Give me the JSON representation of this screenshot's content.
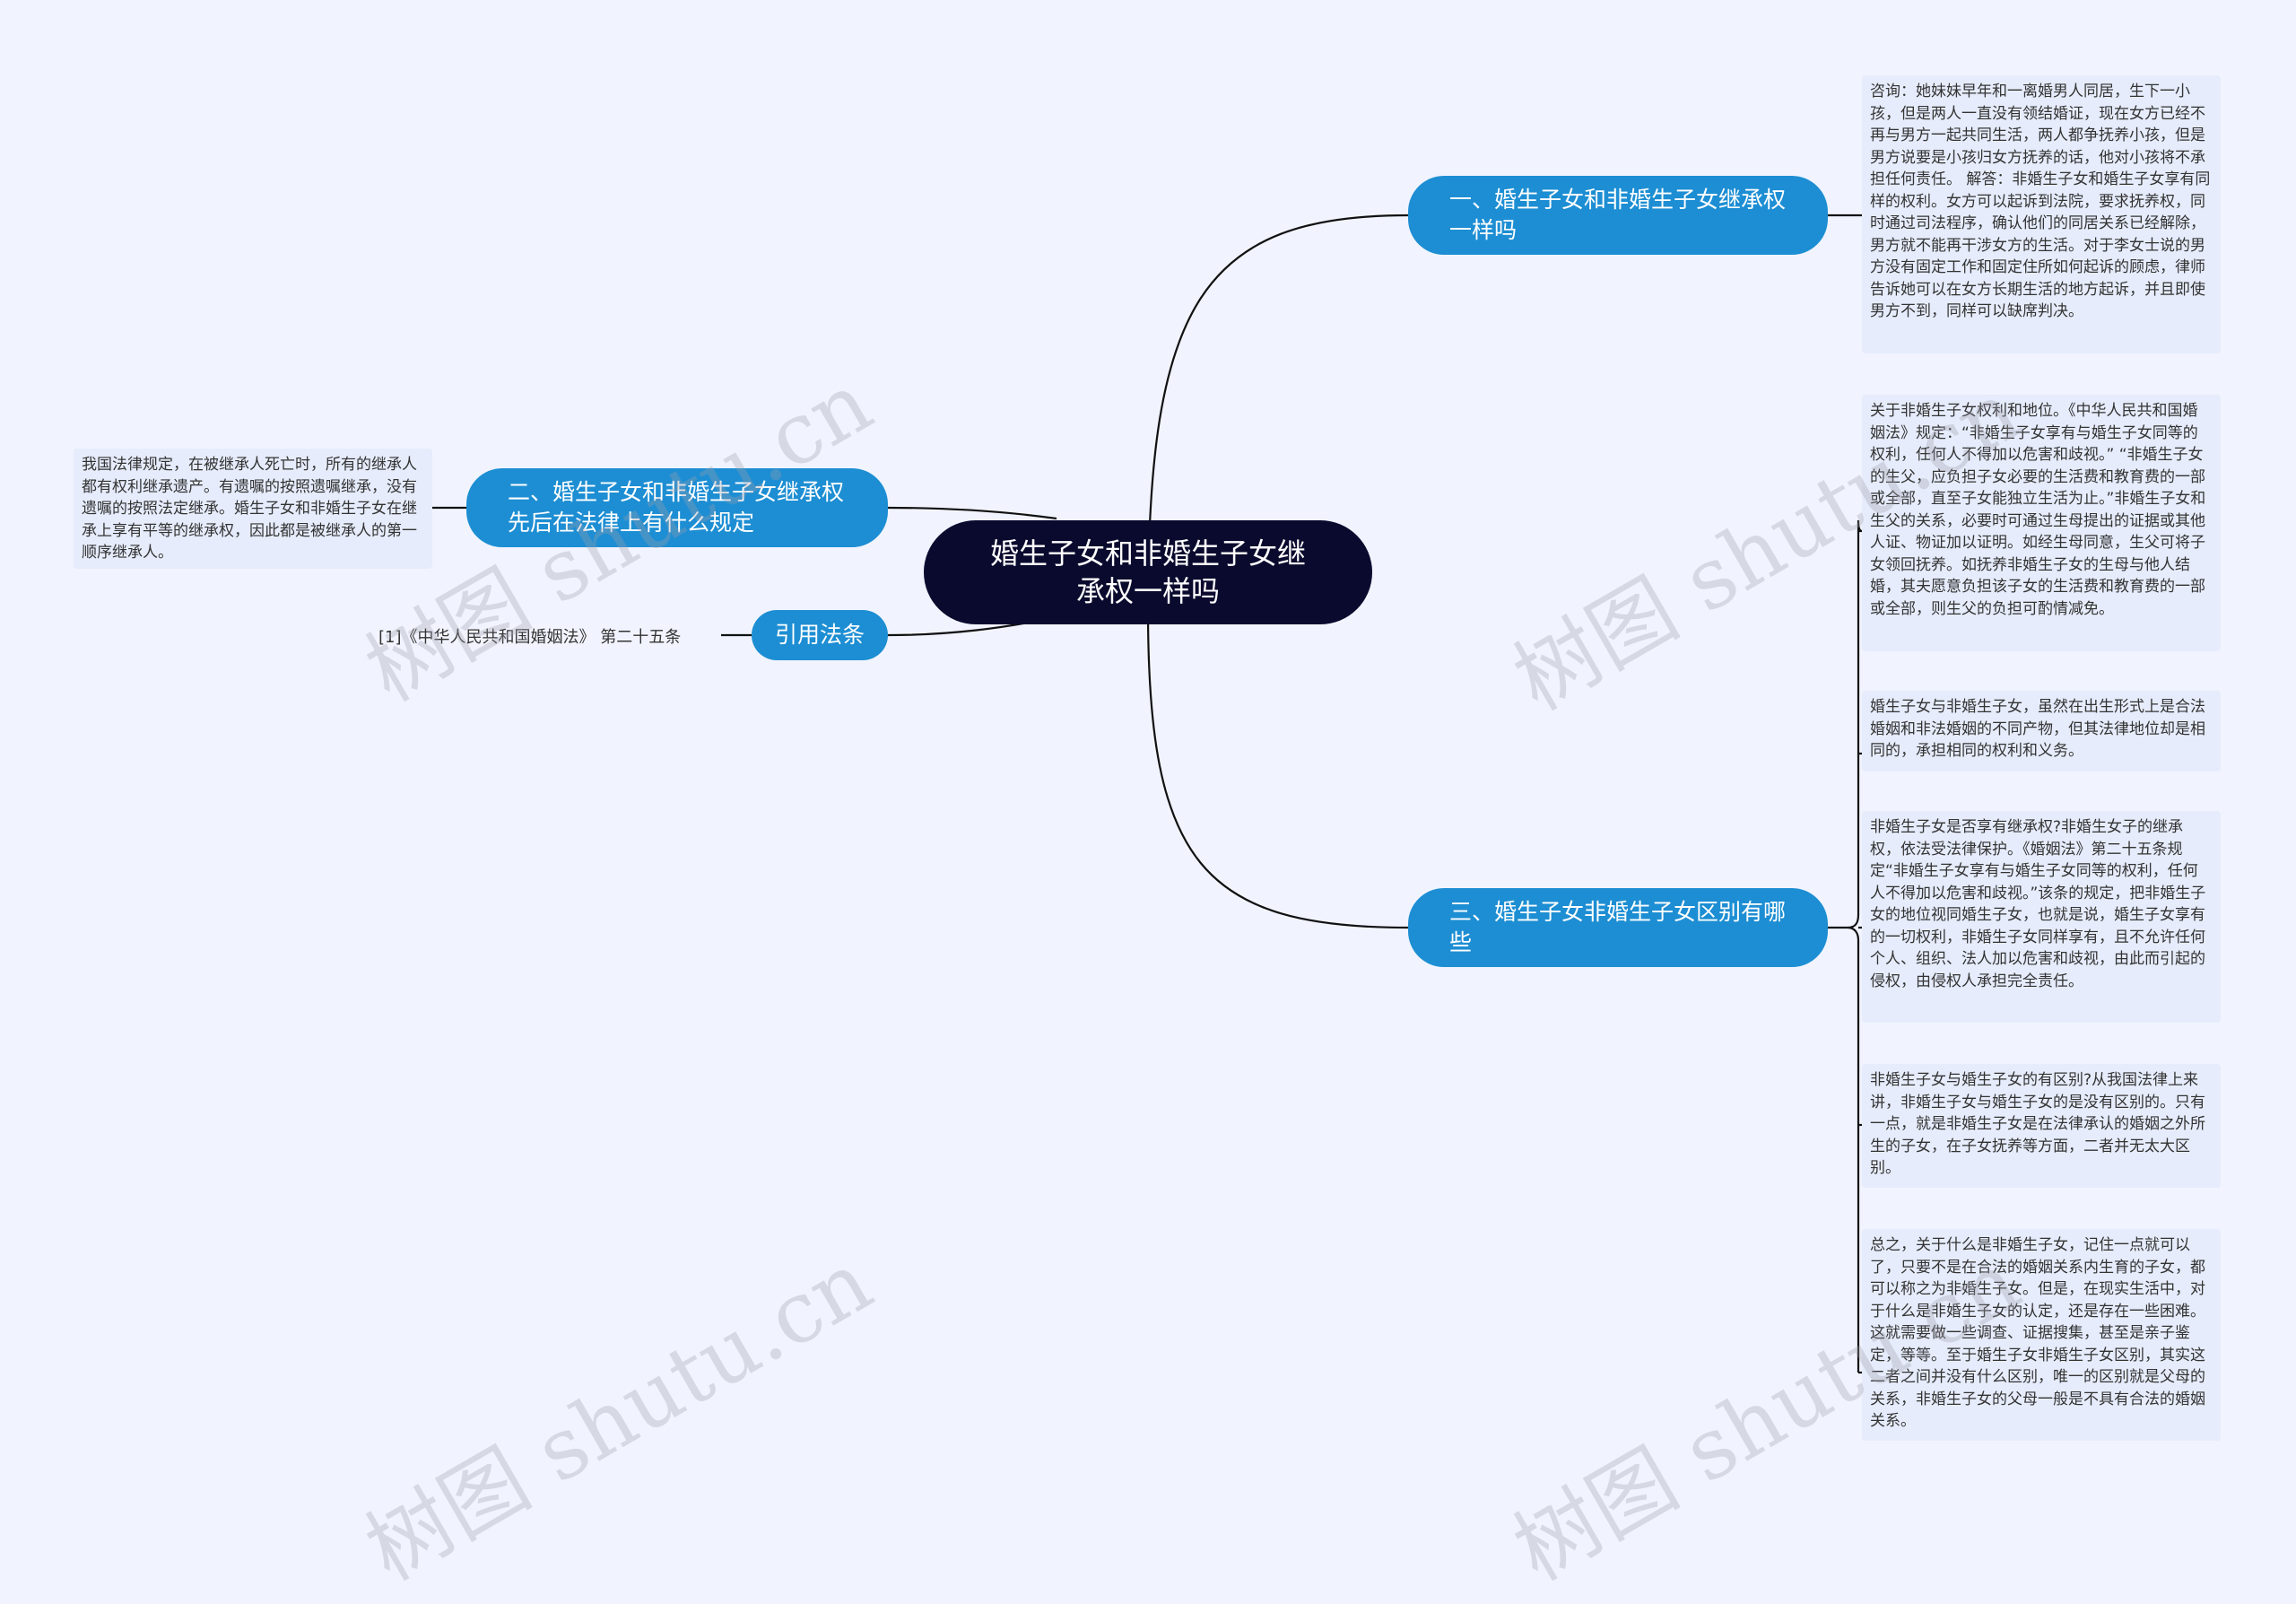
{
  "center": {
    "title": "婚生子女和非婚生子女继承权一样吗"
  },
  "topics": {
    "t1": "一、婚生子女和非婚生子女继承权一样吗",
    "t2": "二、婚生子女和非婚生子女继承权先后在法律上有什么规定",
    "t3": "三、婚生子女非婚生子女区别有哪些",
    "ref": "引用法条"
  },
  "notes": {
    "n1": "咨询：她妹妹早年和一离婚男人同居，生下一小孩，但是两人一直没有领结婚证，现在女方已经不再与男方一起共同生活，两人都争抚养小孩，但是男方说要是小孩归女方抚养的话，他对小孩将不承担任何责任。 解答：非婚生子女和婚生子女享有同样的权利。女方可以起诉到法院，要求抚养权，同时通过司法程序，确认他们的同居关系已经解除，男方就不能再干涉女方的生活。对于李女士说的男方没有固定工作和固定住所如何起诉的顾虑，律师告诉她可以在女方长期生活的地方起诉，并且即使男方不到，同样可以缺席判决。",
    "n2": "我国法律规定，在被继承人死亡时，所有的继承人都有权利继承遗产。有遗嘱的按照遗嘱继承，没有遗嘱的按照法定继承。婚生子女和非婚生子女在继承上享有平等的继承权，因此都是被继承人的第一顺序继承人。",
    "ref_text": "[1]《中华人民共和国婚姻法》 第二十五条",
    "n3a": "关于非婚生子女权利和地位。《中华人民共和国婚姻法》规定：“非婚生子女享有与婚生子女同等的权利，任何人不得加以危害和歧视。” “非婚生子女的生父，应负担子女必要的生活费和教育费的一部或全部，直至子女能独立生活为止。”非婚生子女和生父的关系，必要时可通过生母提出的证据或其他人证、物证加以证明。如经生母同意，生父可将子女领回抚养。如抚养非婚生子女的生母与他人结婚，其夫愿意负担该子女的生活费和教育费的一部或全部，则生父的负担可酌情减免。",
    "n3b": "婚生子女与非婚生子女，虽然在出生形式上是合法婚姻和非法婚姻的不同产物，但其法律地位却是相同的，承担相同的权利和义务。",
    "n3c": "非婚生子女是否享有继承权?非婚生女子的继承权，依法受法律保护。《婚姻法》第二十五条规定“非婚生子女享有与婚生子女同等的权利，任何人不得加以危害和歧视。”该条的规定，把非婚生子女的地位视同婚生子女，也就是说，婚生子女享有的一切权利，非婚生子女同样享有，且不允许任何个人、组织、法人加以危害和歧视，由此而引起的侵权，由侵权人承担完全责任。",
    "n3d": "非婚生子女与婚生子女的有区别?从我国法律上来讲，非婚生子女与婚生子女的是没有区别的。只有一点，就是非婚生子女是在法律承认的婚姻之外所生的子女，在子女抚养等方面，二者并无太大区别。",
    "n3e": "总之，关于什么是非婚生子女，记住一点就可以了，只要不是在合法的婚姻关系内生育的子女，都可以称之为非婚生子女。但是，在现实生活中，对于什么是非婚生子女的认定，还是存在一些困难。这就需要做一些调查、证据搜集，甚至是亲子鉴定，等等。至于婚生子女非婚生子女区别，其实这二者之间并没有什么区别，唯一的区别就是父母的关系，非婚生子女的父母一般是不具有合法的婚姻关系。"
  },
  "watermark": "树图 shutu.cn",
  "colors": {
    "background": "#f1f4fe",
    "center": "#0a0a2e",
    "topic": "#1d8ed3",
    "note": "#e6ecfb",
    "line": "#111111"
  }
}
